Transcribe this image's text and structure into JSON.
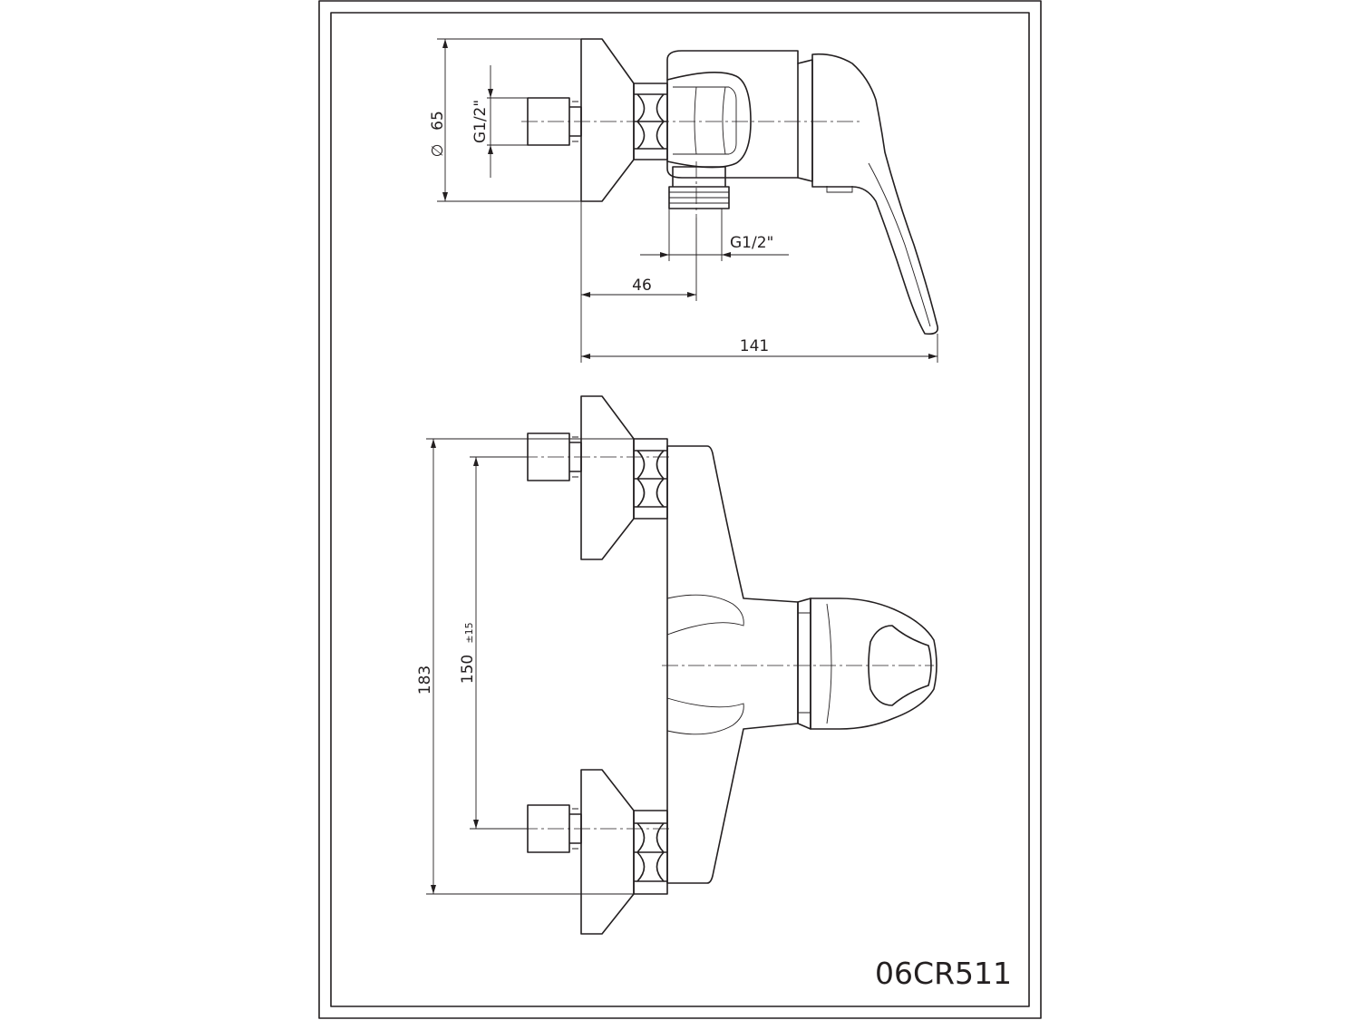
{
  "drawing": {
    "model_code": "06CR511",
    "side_view": {
      "diameter_symbol": "∅",
      "diameter_value": "65",
      "inlet_thread": "G1/2\"",
      "outlet_thread": "G1/2\"",
      "depth_to_outlet": "46",
      "overall_depth": "141"
    },
    "front_view": {
      "overall_height": "183",
      "inlet_spacing": "150",
      "inlet_spacing_tolerance": "±15"
    }
  }
}
